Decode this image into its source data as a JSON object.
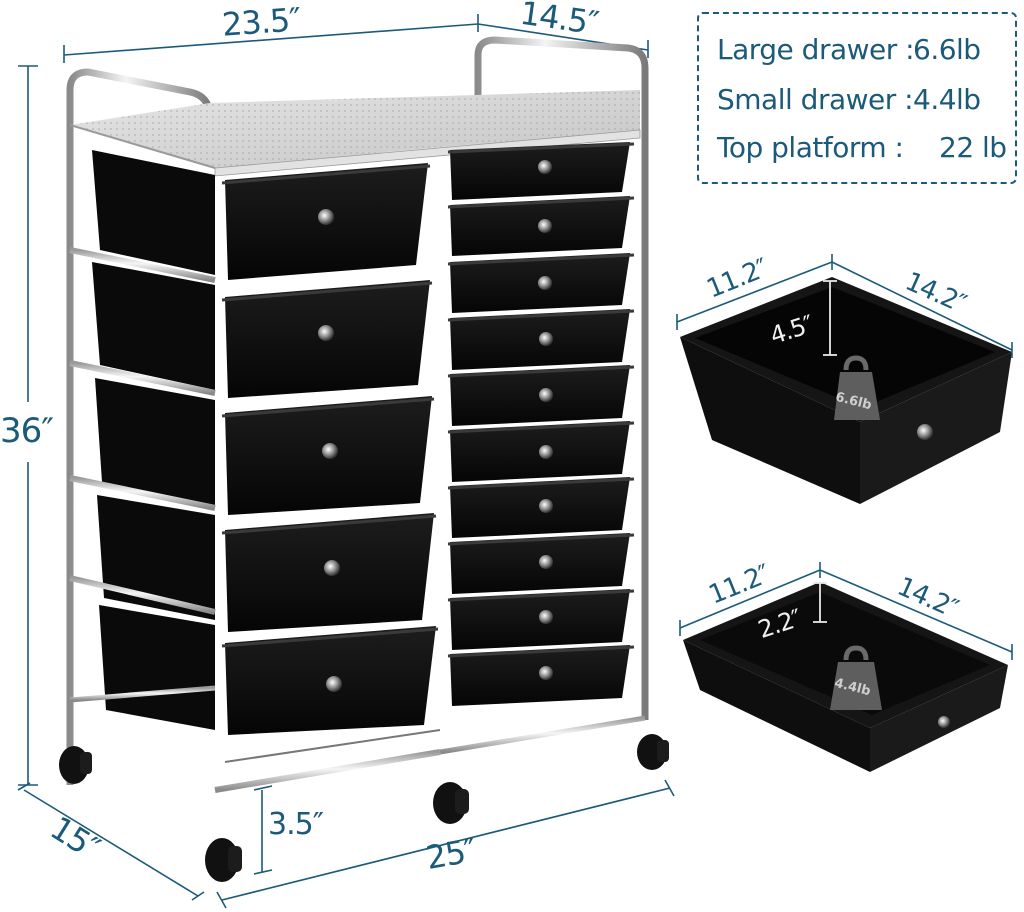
{
  "product": {
    "name": "rolling-cart-15-drawers",
    "large_drawer_count": 5,
    "small_drawer_count": 10
  },
  "dimensions": {
    "top_width": "23.5″",
    "top_depth": "14.5″",
    "height": "36″",
    "base_depth": "15″",
    "base_width": "25″",
    "ground_clearance": "3.5″"
  },
  "specs": {
    "rows": [
      {
        "label": "Large drawer :",
        "value": "6.6lb"
      },
      {
        "label": "Small drawer :",
        "value": "4.4lb"
      },
      {
        "label": "Top platform :",
        "value": "22 lb"
      }
    ]
  },
  "large_drawer_detail": {
    "width": "11.2″",
    "length": "14.2″",
    "depth": "4.5″",
    "weight_label": "6.6lb"
  },
  "small_drawer_detail": {
    "width": "11.2″",
    "length": "14.2″",
    "depth": "2.2″",
    "weight_label": "4.4lb"
  },
  "colors": {
    "annotation": "#1c5a7a",
    "drawer": "#0d0d0d",
    "chrome": "#c8c8c8",
    "platform": "#d9d9d9"
  }
}
